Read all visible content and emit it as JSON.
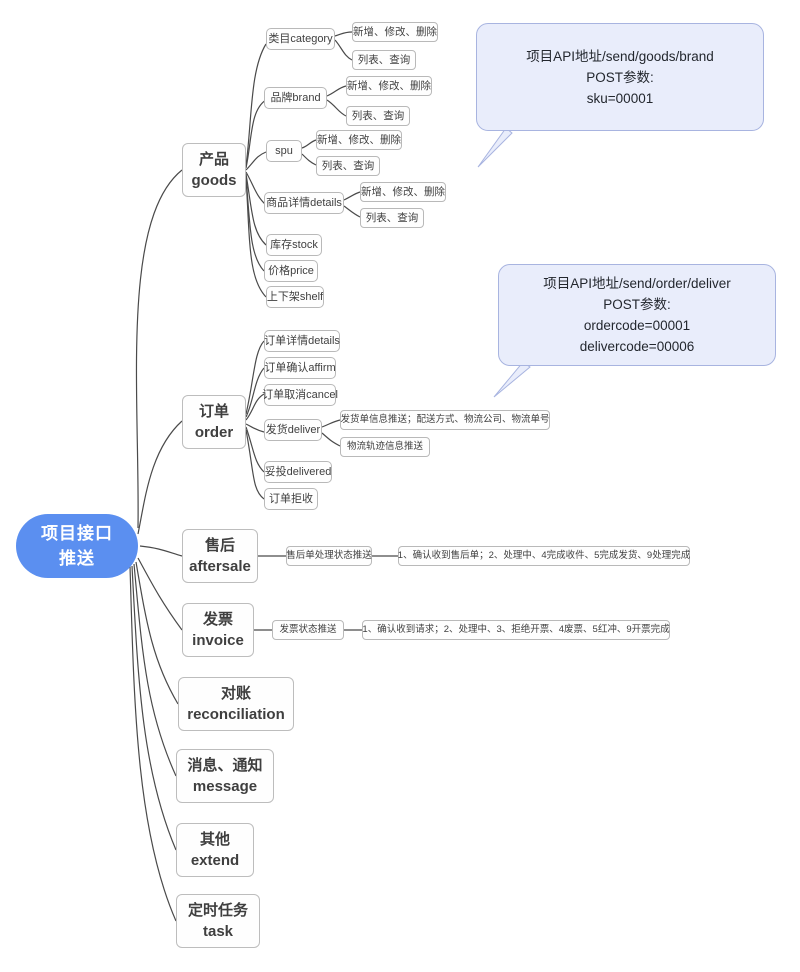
{
  "root": {
    "line1": "项目接口",
    "line2": "推送",
    "color": "#5b8ff0"
  },
  "branches": [
    {
      "cn": "产品",
      "en": "goods"
    },
    {
      "cn": "订单",
      "en": "order"
    },
    {
      "cn": "售后",
      "en": "aftersale"
    },
    {
      "cn": "发票",
      "en": "invoice"
    },
    {
      "cn": "对账",
      "en": "reconciliation"
    },
    {
      "cn": "消息、通知",
      "en": "message"
    },
    {
      "cn": "其他",
      "en": "extend"
    },
    {
      "cn": "定时任务",
      "en": "task"
    }
  ],
  "goods_children": [
    {
      "label": "类目category"
    },
    {
      "label": "品牌brand"
    },
    {
      "label": "spu"
    },
    {
      "label": "商品详情details"
    },
    {
      "label": "库存stock"
    },
    {
      "label": "价格price"
    },
    {
      "label": "上下架shelf"
    }
  ],
  "goods_ops": [
    {
      "label": "新增、修改、删除"
    },
    {
      "label": "列表、查询"
    },
    {
      "label": "新增、修改、删除"
    },
    {
      "label": "列表、查询"
    },
    {
      "label": "新增、修改、删除"
    },
    {
      "label": "列表、查询"
    },
    {
      "label": "新增、修改、删除"
    },
    {
      "label": "列表、查询"
    }
  ],
  "order_children": [
    {
      "label": "订单详情details"
    },
    {
      "label": "订单确认affirm"
    },
    {
      "label": "订单取消cancel"
    },
    {
      "label": "发货deliver"
    },
    {
      "label": "妥投delivered"
    },
    {
      "label": "订单拒收"
    }
  ],
  "deliver_children": [
    {
      "label": "发货单信息推送；配送方式、物流公司、物流单号"
    },
    {
      "label": "物流轨迹信息推送"
    }
  ],
  "aftersale": {
    "node": "售后单处理状态推送",
    "detail": "1、确认收到售后单；2、处理中、4完成收件、5完成发货、9处理完成"
  },
  "invoice": {
    "node": "发票状态推送",
    "detail": "1、确认收到请求；2、处理中、3、拒绝开票、4废票、5红冲、9开票完成"
  },
  "callouts": [
    {
      "line1": "项目API地址/send/goods/brand",
      "line2": "POST参数:",
      "line3": "sku=00001",
      "line4": "",
      "fill": "#e9edfb"
    },
    {
      "line1": "项目API地址/send/order/deliver",
      "line2": "POST参数:",
      "line3": "ordercode=00001",
      "line4": "delivercode=00006",
      "fill": "#e9edfb"
    }
  ]
}
